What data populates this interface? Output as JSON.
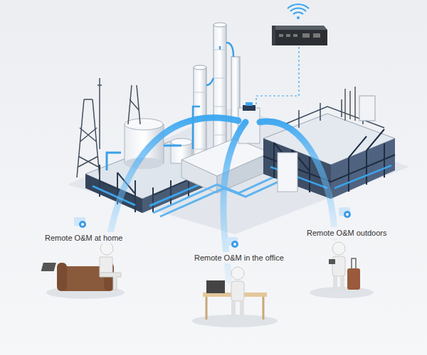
{
  "diagram": {
    "labels": [
      "Remote O&M at home",
      "Remote O&M in the office",
      "Remote O&M outdoors"
    ]
  }
}
